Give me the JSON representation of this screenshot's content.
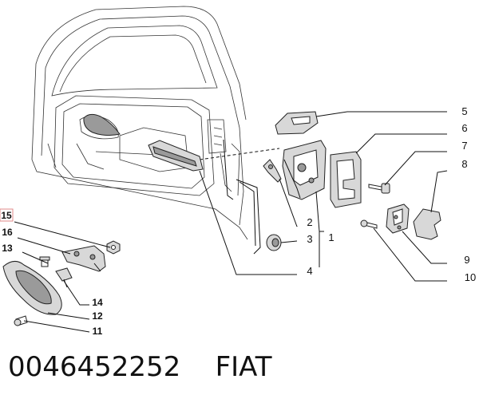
{
  "callouts": {
    "c1": "1",
    "c2": "2",
    "c3": "3",
    "c4": "4",
    "c5": "5",
    "c6": "6",
    "c7": "7",
    "c8": "8",
    "c9": "9",
    "c10": "10",
    "c11": "11",
    "c12": "12",
    "c13": "13",
    "c14": "14",
    "c15": "15",
    "c16": "16"
  },
  "caption": {
    "part_number": "0046452252",
    "brand": "FIAT"
  },
  "colors": {
    "highlight": "#e08a8a"
  }
}
